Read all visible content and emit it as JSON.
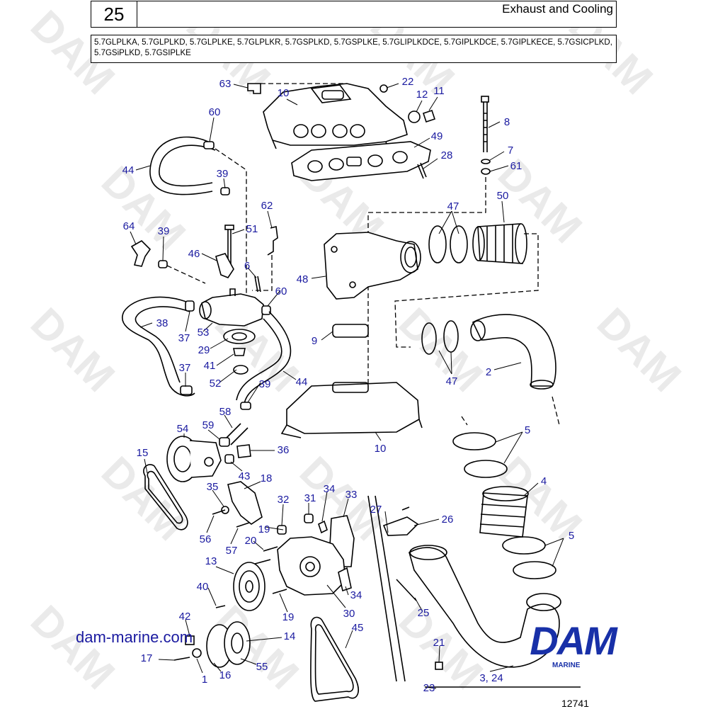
{
  "header": {
    "page_number": "25",
    "title": "Exhaust and Cooling",
    "models": "5.7GLPLKA, 5.7GLPLKD, 5.7GLPLKE, 5.7GLPLKR, 5.7GSPLKD, 5.7GSPLKE, 5.7GLIPLKDCE, 5.7GIPLKDCE, 5.7GIPLKECE, 5.7GSICPLKD, 5.7GSiPLKD, 5.7GSIPLKE"
  },
  "watermark": "DAM",
  "callouts": [
    {
      "label": "63"
    },
    {
      "label": "10"
    },
    {
      "label": "22"
    },
    {
      "label": "12"
    },
    {
      "label": "11"
    },
    {
      "label": "60"
    },
    {
      "label": "8"
    },
    {
      "label": "49"
    },
    {
      "label": "7"
    },
    {
      "label": "28"
    },
    {
      "label": "61"
    },
    {
      "label": "44"
    },
    {
      "label": "39"
    },
    {
      "label": "50"
    },
    {
      "label": "62"
    },
    {
      "label": "47"
    },
    {
      "label": "64"
    },
    {
      "label": "39"
    },
    {
      "label": "51"
    },
    {
      "label": "46"
    },
    {
      "label": "48"
    },
    {
      "label": "6"
    },
    {
      "label": "60"
    },
    {
      "label": "38"
    },
    {
      "label": "37"
    },
    {
      "label": "53"
    },
    {
      "label": "9"
    },
    {
      "label": "29"
    },
    {
      "label": "41"
    },
    {
      "label": "47"
    },
    {
      "label": "2"
    },
    {
      "label": "37"
    },
    {
      "label": "52"
    },
    {
      "label": "44"
    },
    {
      "label": "39"
    },
    {
      "label": "58"
    },
    {
      "label": "54"
    },
    {
      "label": "59"
    },
    {
      "label": "36"
    },
    {
      "label": "10"
    },
    {
      "label": "5"
    },
    {
      "label": "15"
    },
    {
      "label": "43"
    },
    {
      "label": "18"
    },
    {
      "label": "4"
    },
    {
      "label": "35"
    },
    {
      "label": "34"
    },
    {
      "label": "33"
    },
    {
      "label": "32"
    },
    {
      "label": "31"
    },
    {
      "label": "27"
    },
    {
      "label": "26"
    },
    {
      "label": "56"
    },
    {
      "label": "19"
    },
    {
      "label": "57"
    },
    {
      "label": "20"
    },
    {
      "label": "5"
    },
    {
      "label": "13"
    },
    {
      "label": "40"
    },
    {
      "label": "34"
    },
    {
      "label": "19"
    },
    {
      "label": "30"
    },
    {
      "label": "25"
    },
    {
      "label": "42"
    },
    {
      "label": "45"
    },
    {
      "label": "14"
    },
    {
      "label": "21"
    },
    {
      "label": "17"
    },
    {
      "label": "55"
    },
    {
      "label": "1"
    },
    {
      "label": "16"
    },
    {
      "label": "3, 24"
    },
    {
      "label": "23"
    }
  ],
  "footer": {
    "site": "dam-marine.com",
    "logo_text": "DAM",
    "logo_sub": "MARINE",
    "figure_number": "12741"
  }
}
